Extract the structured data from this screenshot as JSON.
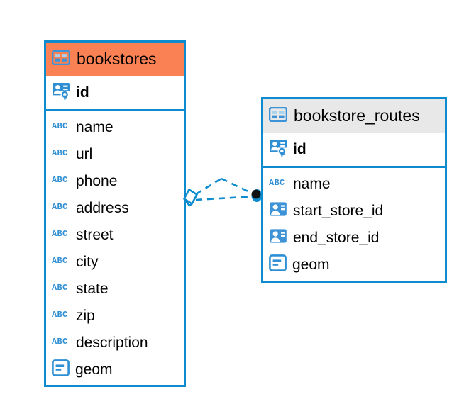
{
  "diagram": {
    "type": "entity-relationship-diagram",
    "background_color": "#FFFFFF",
    "accent_color": "#0C8CCE",
    "selected_header_color": "#FA8153",
    "normal_header_color": "#E8E8E8"
  },
  "entities": [
    {
      "name": "bookstores",
      "title": "bookstores",
      "selected": true,
      "header_icon": "table-icon",
      "primary_keys": [
        {
          "label": "id",
          "icon": "primary-key-icon",
          "type": "key"
        }
      ],
      "fields": [
        {
          "label": "name",
          "icon": "string-type-icon",
          "type": "abc"
        },
        {
          "label": "url",
          "icon": "string-type-icon",
          "type": "abc"
        },
        {
          "label": "phone",
          "icon": "string-type-icon",
          "type": "abc"
        },
        {
          "label": "address",
          "icon": "string-type-icon",
          "type": "abc"
        },
        {
          "label": "street",
          "icon": "string-type-icon",
          "type": "abc"
        },
        {
          "label": "city",
          "icon": "string-type-icon",
          "type": "abc"
        },
        {
          "label": "state",
          "icon": "string-type-icon",
          "type": "abc"
        },
        {
          "label": "zip",
          "icon": "string-type-icon",
          "type": "abc"
        },
        {
          "label": "description",
          "icon": "string-type-icon",
          "type": "abc"
        },
        {
          "label": "geom",
          "icon": "geometry-type-icon",
          "type": "geom"
        }
      ]
    },
    {
      "name": "bookstore_routes",
      "title": "bookstore_routes",
      "selected": false,
      "header_icon": "table-icon",
      "primary_keys": [
        {
          "label": "id",
          "icon": "primary-key-icon",
          "type": "key"
        }
      ],
      "fields": [
        {
          "label": "name",
          "icon": "string-type-icon",
          "type": "abc"
        },
        {
          "label": "start_store_id",
          "icon": "foreign-key-icon",
          "type": "fk"
        },
        {
          "label": "end_store_id",
          "icon": "foreign-key-icon",
          "type": "fk"
        },
        {
          "label": "geom",
          "icon": "geometry-type-icon",
          "type": "geom"
        }
      ]
    }
  ],
  "relationship": {
    "name": "bookstores-to-bookstore-routes",
    "line_style": "dashed",
    "line_color": "#0C8CCE",
    "source_marker": "hollow-diamond-marker",
    "target_marker": "filled-dot-marker"
  }
}
